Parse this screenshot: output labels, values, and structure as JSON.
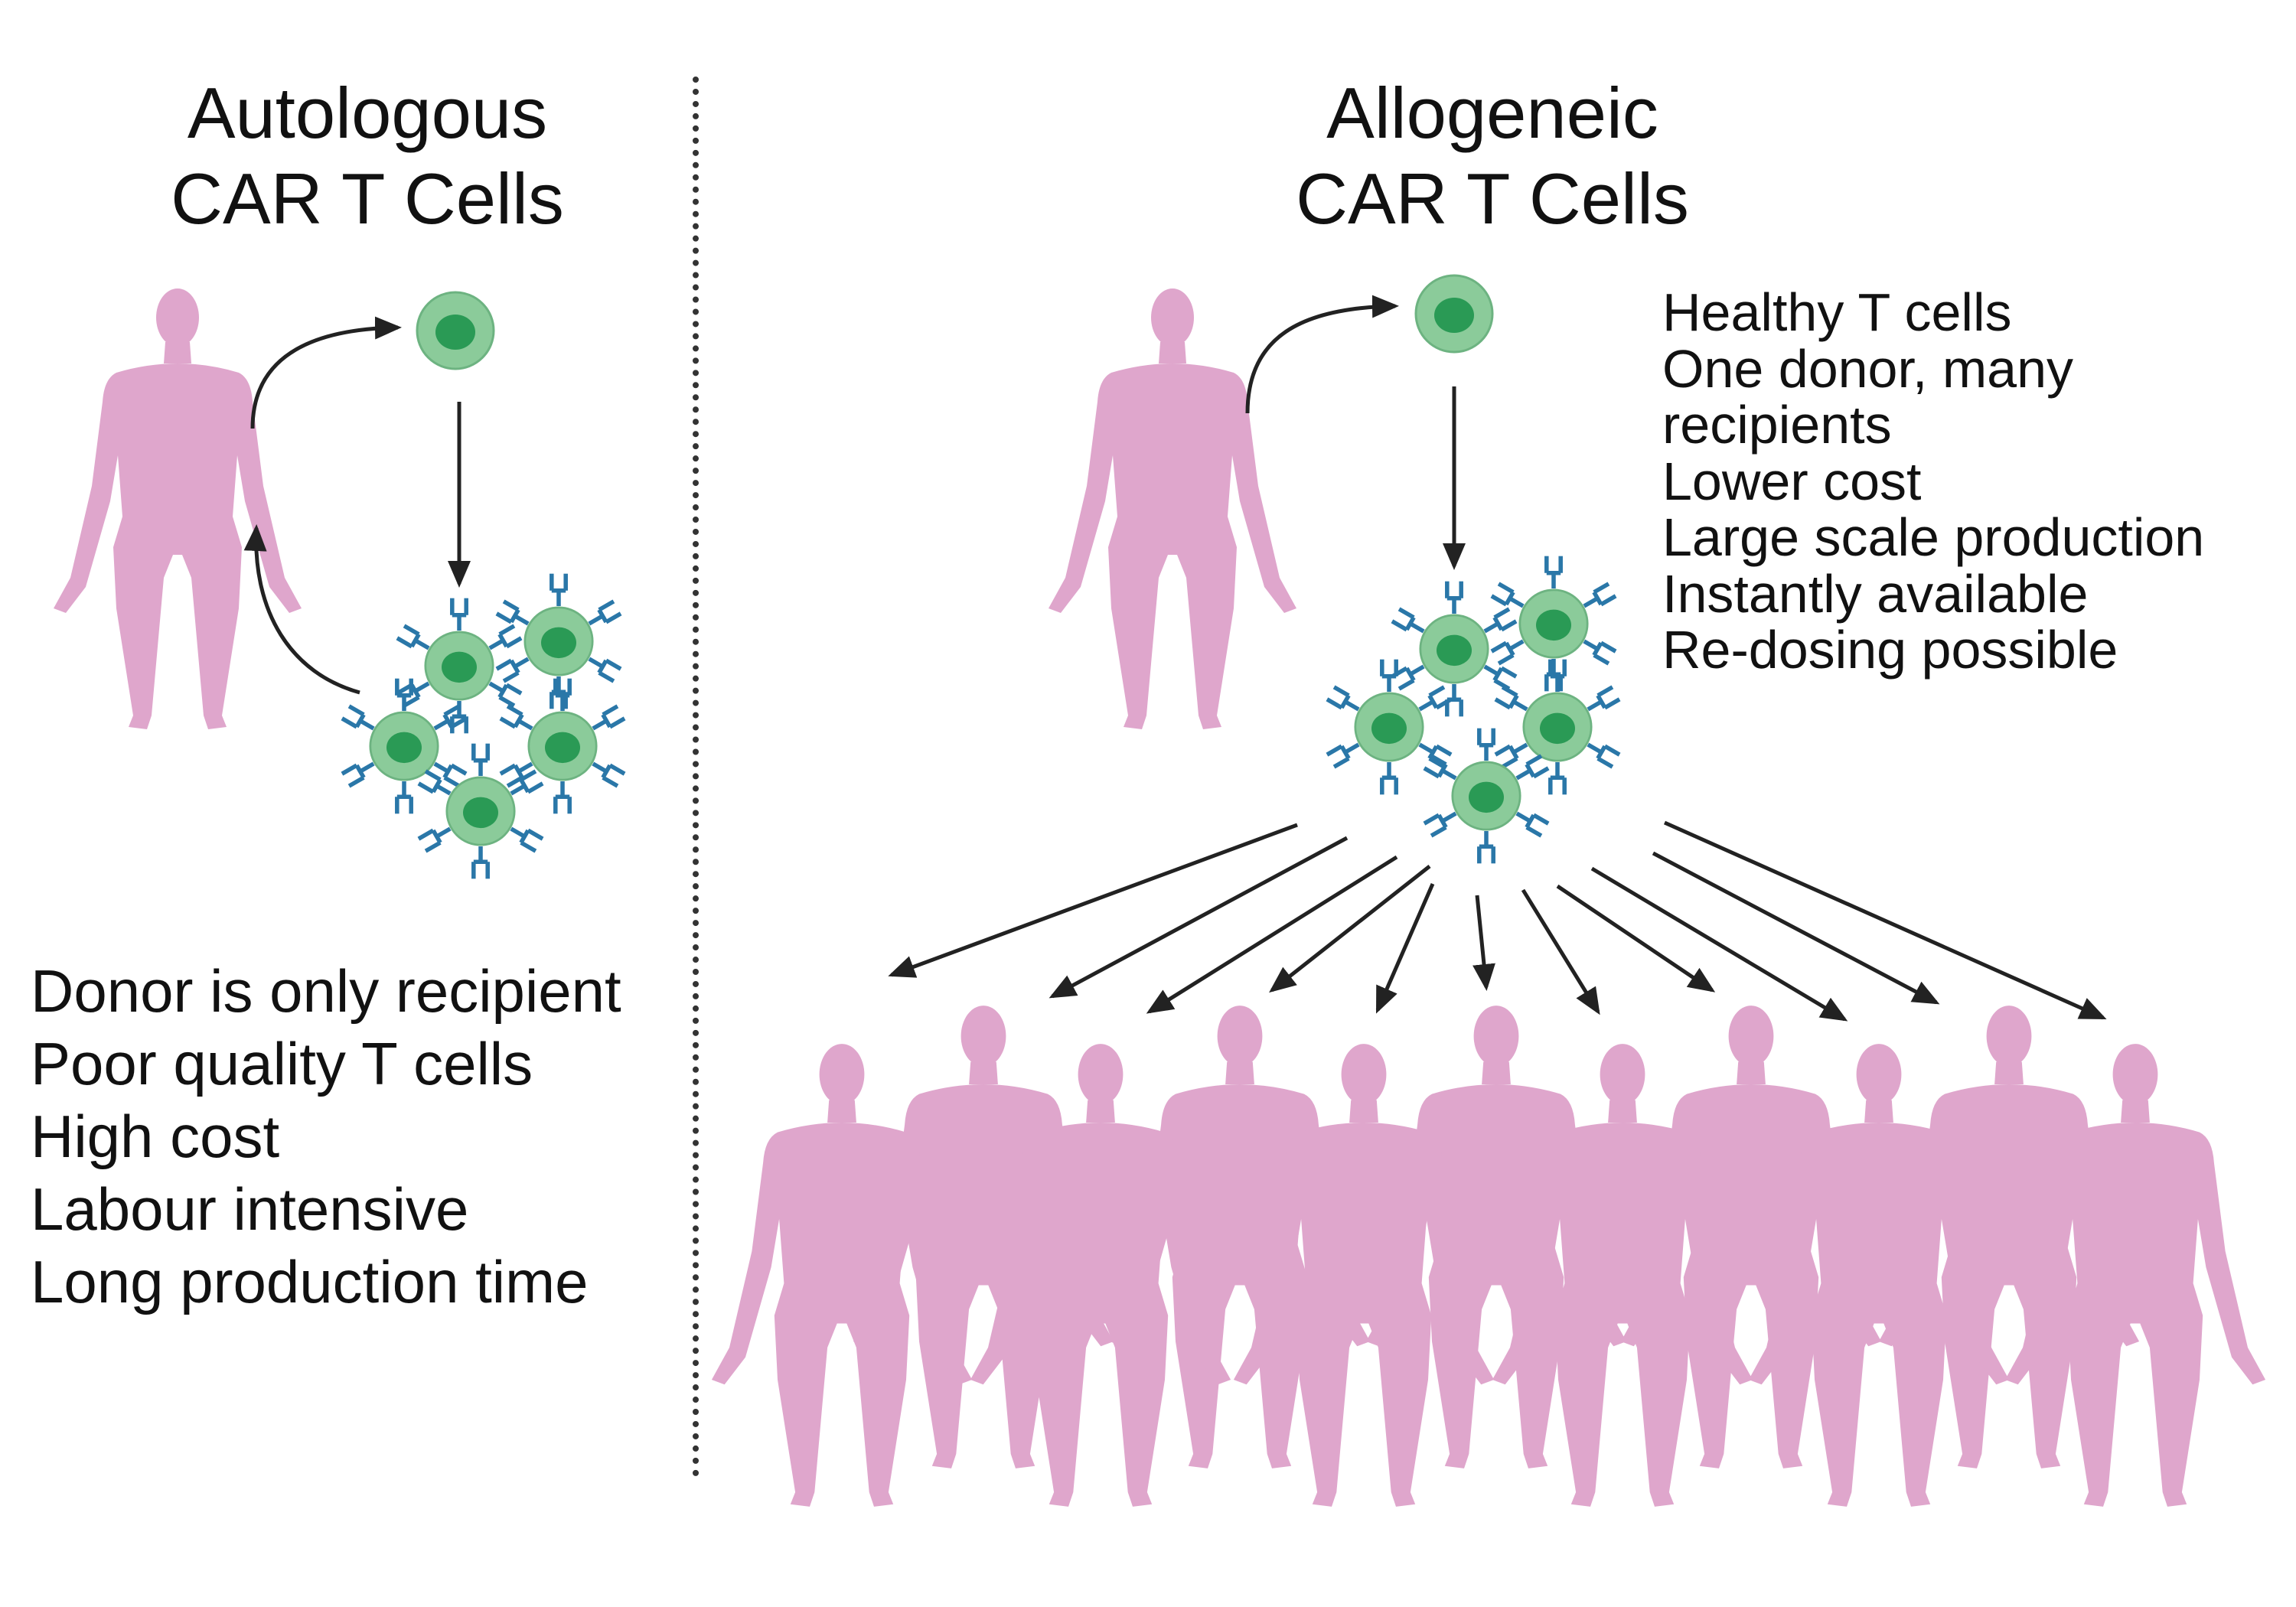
{
  "autologous": {
    "title_line1": "Autologous",
    "title_line2": "CAR T Cells",
    "points": [
      "Donor is only recipient",
      "Poor quality T cells",
      "High cost",
      "Labour intensive",
      "Long production time"
    ]
  },
  "allogeneic": {
    "title_line1": "Allogeneic",
    "title_line2": "CAR T Cells",
    "points": [
      "Healthy T cells",
      "One donor, many",
      "recipients",
      "Lower cost",
      "Large scale production",
      "Instantly available",
      "Re-dosing possible"
    ]
  },
  "colors": {
    "human": "#dfa6cc",
    "cell_outer": "#8bcb9a",
    "cell_inner": "#2a9a55",
    "receptor": "#2a77a8",
    "arrow": "#222222"
  }
}
